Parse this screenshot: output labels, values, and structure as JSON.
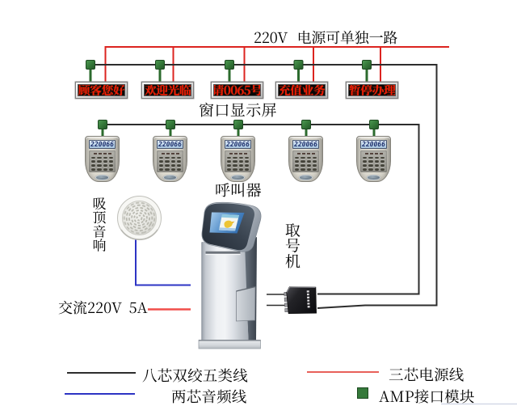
{
  "power_note": "220V 电源可单独一路",
  "window_displays": {
    "label": "窗口显示屏",
    "units": [
      "顾客您好",
      "欢迎光临",
      "请0065号",
      "充值业务",
      "暂停办理"
    ]
  },
  "callers": {
    "label": "呼叫器",
    "lcd_text": "220066",
    "count": 5
  },
  "ceiling_speaker": {
    "label": "吸顶音响"
  },
  "ticket_dispenser": {
    "label": "取号机"
  },
  "ac_power": {
    "label": "交流220V 5A"
  },
  "legend": {
    "items": [
      {
        "swatch": "line",
        "color": "#2d2d2d",
        "label": "八芯双绞五类线"
      },
      {
        "swatch": "line",
        "color": "#e8615a",
        "label": "三芯电源线"
      },
      {
        "swatch": "line",
        "color": "#2d34c4",
        "label": "两芯音频线"
      },
      {
        "swatch": "square",
        "color": "#35793a",
        "label": "AMP接口模块"
      }
    ]
  },
  "wire_colors": {
    "data_bus": "#2d2d2d",
    "power": "#dc2420",
    "audio": "#2d34c4",
    "ac_feed": "#f14f4a",
    "connector_green": "#35793a"
  }
}
